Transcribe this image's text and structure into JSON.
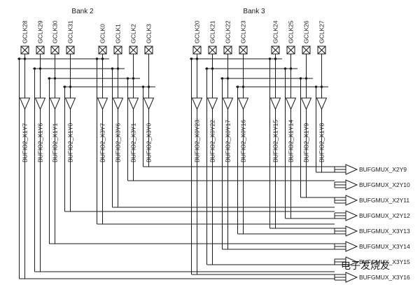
{
  "banks": [
    {
      "label": "Bank 2",
      "pins": [
        "GCLK28",
        "GCLK29",
        "GCLK30",
        "GCLK31",
        "GCLK0",
        "GCLK1",
        "GCLK2",
        "GCLK3"
      ],
      "buffers": [
        "BUFIO2_X1Y7",
        "BUFIO2_X1Y6",
        "BUFIO2_X1Y1",
        "BUFIO2_X1Y0",
        "BUFIO2_X3Y7",
        "BUFIO2_X3Y6",
        "BUFIO2_X3Y1",
        "BUFIO2_X3Y0"
      ]
    },
    {
      "label": "Bank 3",
      "pins": [
        "GCLK20",
        "GCLK21",
        "GCLK22",
        "GCLK23",
        "GCLK24",
        "GCLK25",
        "GCLK26",
        "GCLK27"
      ],
      "buffers": [
        "BUFIO2_X0Y23",
        "BUFIO2_X0Y22",
        "BUFIO2_X0Y17",
        "BUFIO2_X0Y16",
        "BUFIO2_X1Y15",
        "BUFIO2_X1Y14",
        "BUFIO2_X1Y9",
        "BUFIO2_X1Y8"
      ]
    }
  ],
  "outputs": [
    "BUFGMUX_X2Y9",
    "BUFGMUX_X2Y10",
    "BUFGMUX_X2Y11",
    "BUFGMUX_X2Y12",
    "BUFGMUX_X3Y13",
    "BUFGMUX_X3Y14",
    "BUFGMUX_X3Y15",
    "BUFGMUX_X3Y16"
  ],
  "watermark": "电子发烧友"
}
